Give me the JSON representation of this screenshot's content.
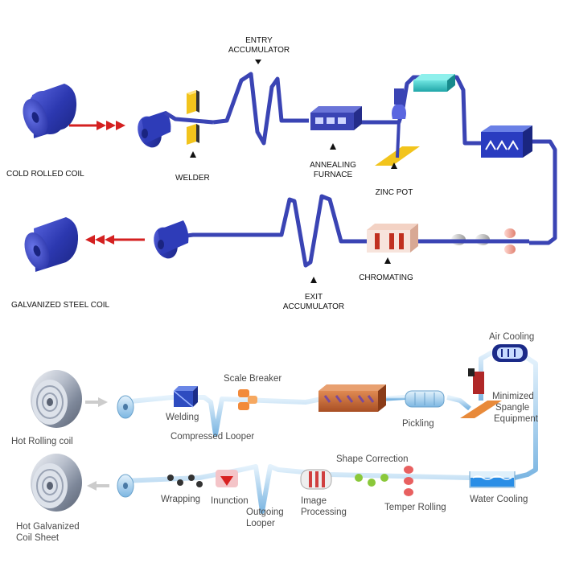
{
  "top_process": {
    "cold_rolled_coil": "COLD ROLLED COIL",
    "welder": "WELDER",
    "entry_accumulator": [
      "ENTRY",
      "ACCUMULATOR"
    ],
    "annealing_furnace": [
      "ANNEALING",
      "FURNACE"
    ],
    "zinc_pot": "ZINC POT",
    "chromating": "CHROMATING",
    "exit_accumulator": [
      "EXIT",
      "ACCUMULATOR"
    ],
    "galvanized_steel_coil": "GALVANIZED STEEL COIL"
  },
  "bottom_process": {
    "hot_rolling_coil": "Hot Rolling coil",
    "welding": "Welding",
    "scale_breaker": "Scale Breaker",
    "compressed_looper": "Compressed Looper",
    "pickling": "Pickling",
    "air_cooling": "Air Cooling",
    "minimized_spangle": [
      "Minimized",
      "Spangle",
      "Equipment"
    ],
    "water_cooling": "Water Cooling",
    "shape_correction": "Shape Correction",
    "temper_rolling": "Temper Rolling",
    "image_processing": [
      "Image",
      "Processing"
    ],
    "outgoing_looper": [
      "Outgoing",
      "Looper"
    ],
    "inunction": "Inunction",
    "wrapping": "Wrapping",
    "hot_galvanized": [
      "Hot Galvanized",
      "Coil Sheet"
    ]
  },
  "colors": {
    "strip_top": "#3a44b4",
    "coil_top": "#2e3cb8",
    "arrow_red": "#d42020",
    "strip_bottom": "#a6d4f0",
    "marker_yellow": "#f2c41c",
    "furnace_brown": "#c0673a",
    "arrow_gray": "#cccccc"
  }
}
